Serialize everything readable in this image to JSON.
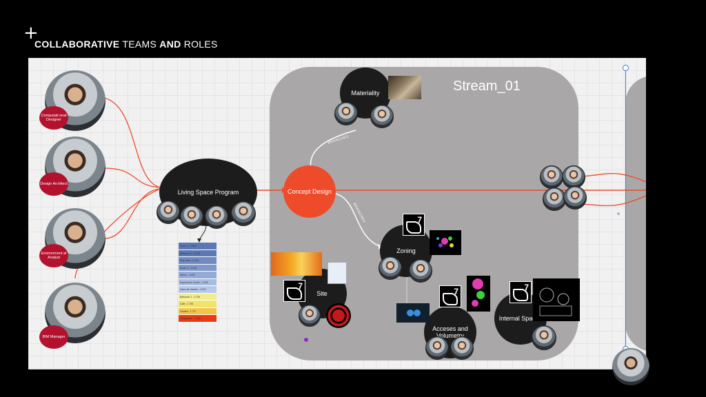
{
  "header": {
    "plus": "+",
    "title_bold_1": "COLLABORATIVE",
    "title_light_1": " TEAMS ",
    "title_bold_2": "AND",
    "title_light_2": " ROLES"
  },
  "stream": {
    "title": "Stream_01"
  },
  "roles": [
    {
      "label": "Computati onal Designer"
    },
    {
      "label": "Design Architect"
    },
    {
      "label": "Environment al Analyst"
    },
    {
      "label": "BIM Manager"
    }
  ],
  "nodes": {
    "living_space": "Living Space Program",
    "concept": "Concept Design",
    "materiality": "Materiality",
    "zoning": "Zoning",
    "site": "Site",
    "acceses": "Acceses and Volumetry",
    "internal": "Internal Spaces"
  },
  "line_labels": {
    "branches_1": "BRANCHES",
    "branches_2": "BRANCHES"
  },
  "rhino_version": "7",
  "program_list": [
    {
      "text": "Room 1 - 0.014",
      "color": "#5b78b4"
    },
    {
      "text": "Bedroom 2 - 0.015",
      "color": "#5b78b4"
    },
    {
      "text": "Play Area - 0.016",
      "color": "#6f89c1"
    },
    {
      "text": "Room 3 - 0.018",
      "color": "#7f97cb"
    },
    {
      "text": "Atrium - 0.020",
      "color": "#93a9d6"
    },
    {
      "text": "Experience Center - 0.020",
      "color": "#a8bbe0"
    },
    {
      "text": "Open-air Garden - 0.021",
      "color": "#b7c8e8"
    },
    {
      "text": "Bedroom 1 - 1.726",
      "color": "#f2ec8a"
    },
    {
      "text": "Cafe - 1.736",
      "color": "#f1e26b"
    },
    {
      "text": "Garden - 1.727",
      "color": "#f0c64a"
    },
    {
      "text": "Living room - 1.826",
      "color": "#e83a17"
    }
  ],
  "colors": {
    "accent": "#ee4b2b",
    "role_badge": "#b3122e",
    "stream_bg": "#a9a7a7",
    "node_bg": "#1c1c1c"
  }
}
